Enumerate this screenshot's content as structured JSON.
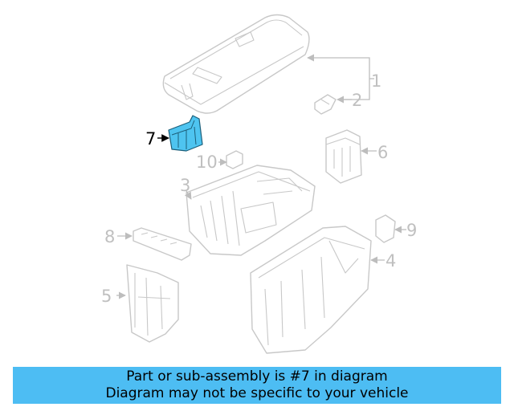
{
  "callouts": {
    "c1": "1",
    "c2": "2",
    "c3": "3",
    "c4": "4",
    "c5": "5",
    "c6": "6",
    "c7": "7",
    "c8": "8",
    "c9": "9",
    "c10": "10"
  },
  "highlighted_callout": "7",
  "colors": {
    "highlight_fill": "#4ec4f0",
    "banner_bg": "#4dbdf3",
    "line_gray": "#c8c8c8"
  },
  "banner": {
    "line1": "Part or sub-assembly is #7 in diagram",
    "line2": "Diagram may not be specific to your vehicle"
  }
}
